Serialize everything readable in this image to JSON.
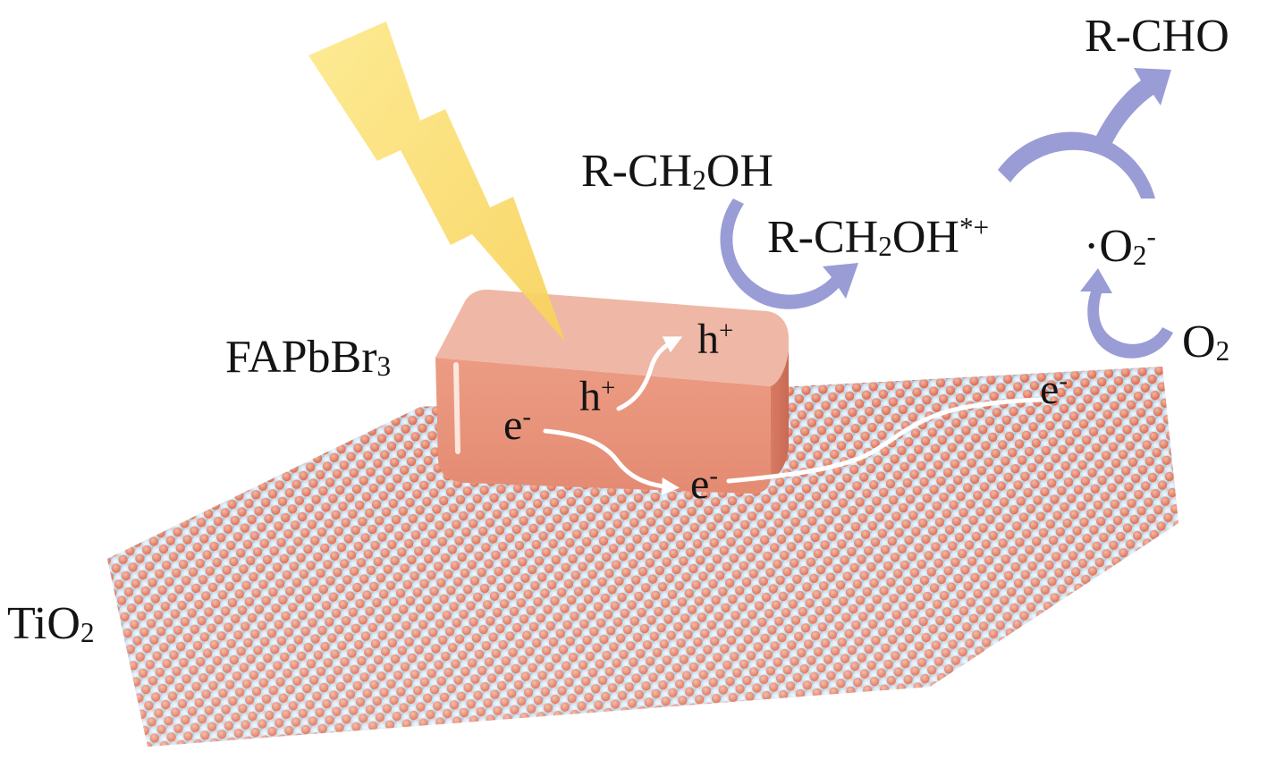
{
  "labels": {
    "catalyst_main": "FAPbBr",
    "catalyst_sub": "3",
    "support_main": "TiO",
    "support_sub": "2",
    "hole": "h",
    "hole_sup": "+",
    "electron": "e",
    "electron_sup": "-",
    "substrate": "R-CH2OH",
    "substrate_a": "R-CH",
    "substrate_sub": "2",
    "substrate_b": "OH",
    "radical_cation_a": "R-CH",
    "radical_cation_sub": "2",
    "radical_cation_b": "OH",
    "radical_cation_sup": "*+",
    "superoxide_a": "·O",
    "superoxide_sub": "2",
    "superoxide_sup": "-",
    "oxygen_a": "O",
    "oxygen_sub": "2",
    "product": "R-CHO"
  },
  "colors": {
    "tio2_oxygen": "#e8826a",
    "tio2_titanium": "#b9d6ea",
    "crystal_front": "#e9957d",
    "crystal_top": "#efb8a6",
    "light_bolt": "#fbe37a",
    "reaction_arrow": "#9a9cd6",
    "charge_path": "#ffffff"
  }
}
